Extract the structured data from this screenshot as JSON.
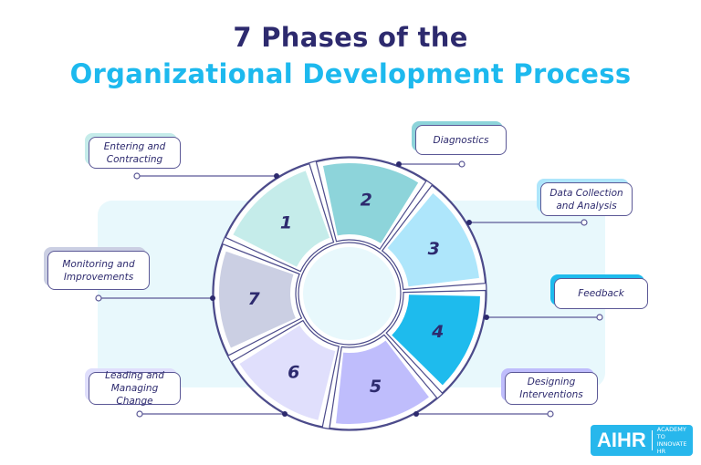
{
  "title": {
    "line1": "7 Phases of the",
    "line2": "Organizational Development Process"
  },
  "colors": {
    "navy": "#2d2a6e",
    "cyan": "#1db9ee",
    "outline": "#4b4a8a",
    "panel": "#e8f8fc"
  },
  "phases": [
    {
      "number": "1",
      "label": "Entering and Contracting",
      "color": "#c5ecea"
    },
    {
      "number": "2",
      "label": "Diagnostics",
      "color": "#8dd4da"
    },
    {
      "number": "3",
      "label": "Data Collection and Analysis",
      "color": "#aee6fb"
    },
    {
      "number": "4",
      "label": "Feedback",
      "color": "#1ebbed"
    },
    {
      "number": "5",
      "label": "Designing Interventions",
      "color": "#bfbdfc"
    },
    {
      "number": "6",
      "label": "Leading and Managing Change",
      "color": "#e0dffc"
    },
    {
      "number": "7",
      "label": "Monitoring and Improvements",
      "color": "#cbcfe3"
    }
  ],
  "logo": {
    "brand": "AIHR",
    "tagline_1": "ACADEMY TO",
    "tagline_2": "INNOVATE HR"
  }
}
